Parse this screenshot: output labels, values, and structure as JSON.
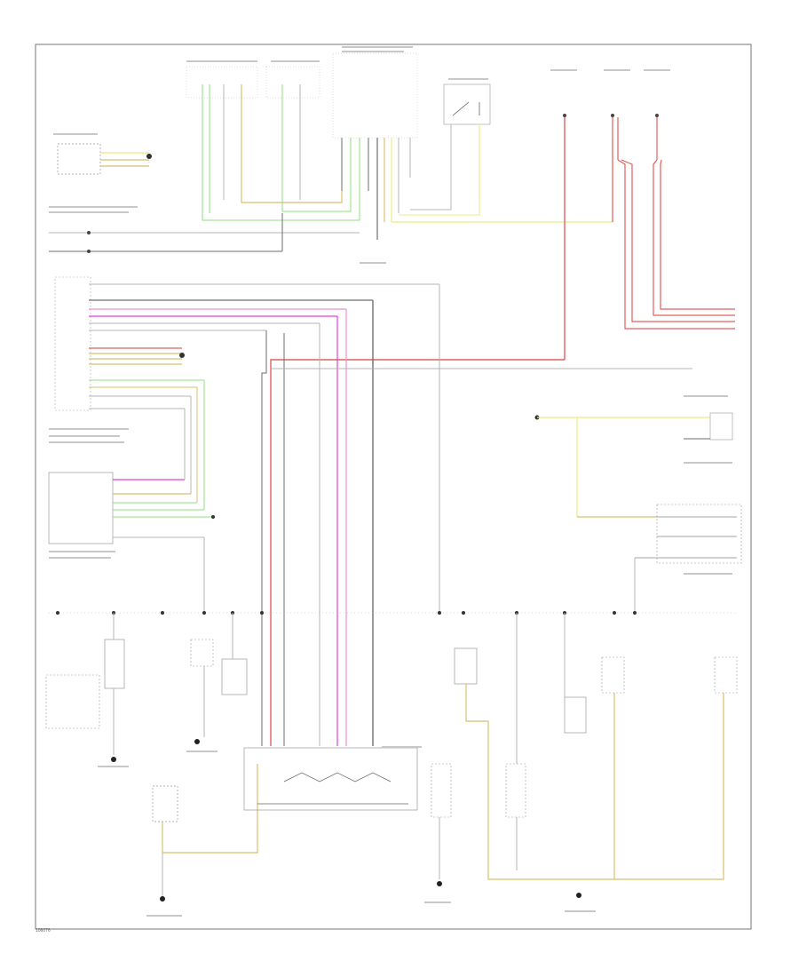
{
  "diagram": {
    "page_id": "106076",
    "colors": {
      "wire_black": "#6e6e6e",
      "wire_gray": "#b4b4b4",
      "wire_red": "#e06060",
      "wire_pink": "#f090c8",
      "wire_magenta": "#e040e0",
      "wire_green": "#8ee07e",
      "wire_yellow": "#ecec80",
      "wire_tan": "#d8c070",
      "component": "#999999",
      "border": "#777777"
    },
    "components": [
      {
        "id": "exterior-light-switch",
        "type": "box"
      },
      {
        "id": "interior-light-module",
        "type": "box"
      },
      {
        "id": "instrument-cluster-module",
        "type": "box"
      },
      {
        "id": "lights-relay",
        "type": "box"
      },
      {
        "id": "roof-switch",
        "type": "box"
      },
      {
        "id": "hazard-switch",
        "type": "box"
      },
      {
        "id": "center-console-module",
        "type": "box"
      }
    ]
  }
}
